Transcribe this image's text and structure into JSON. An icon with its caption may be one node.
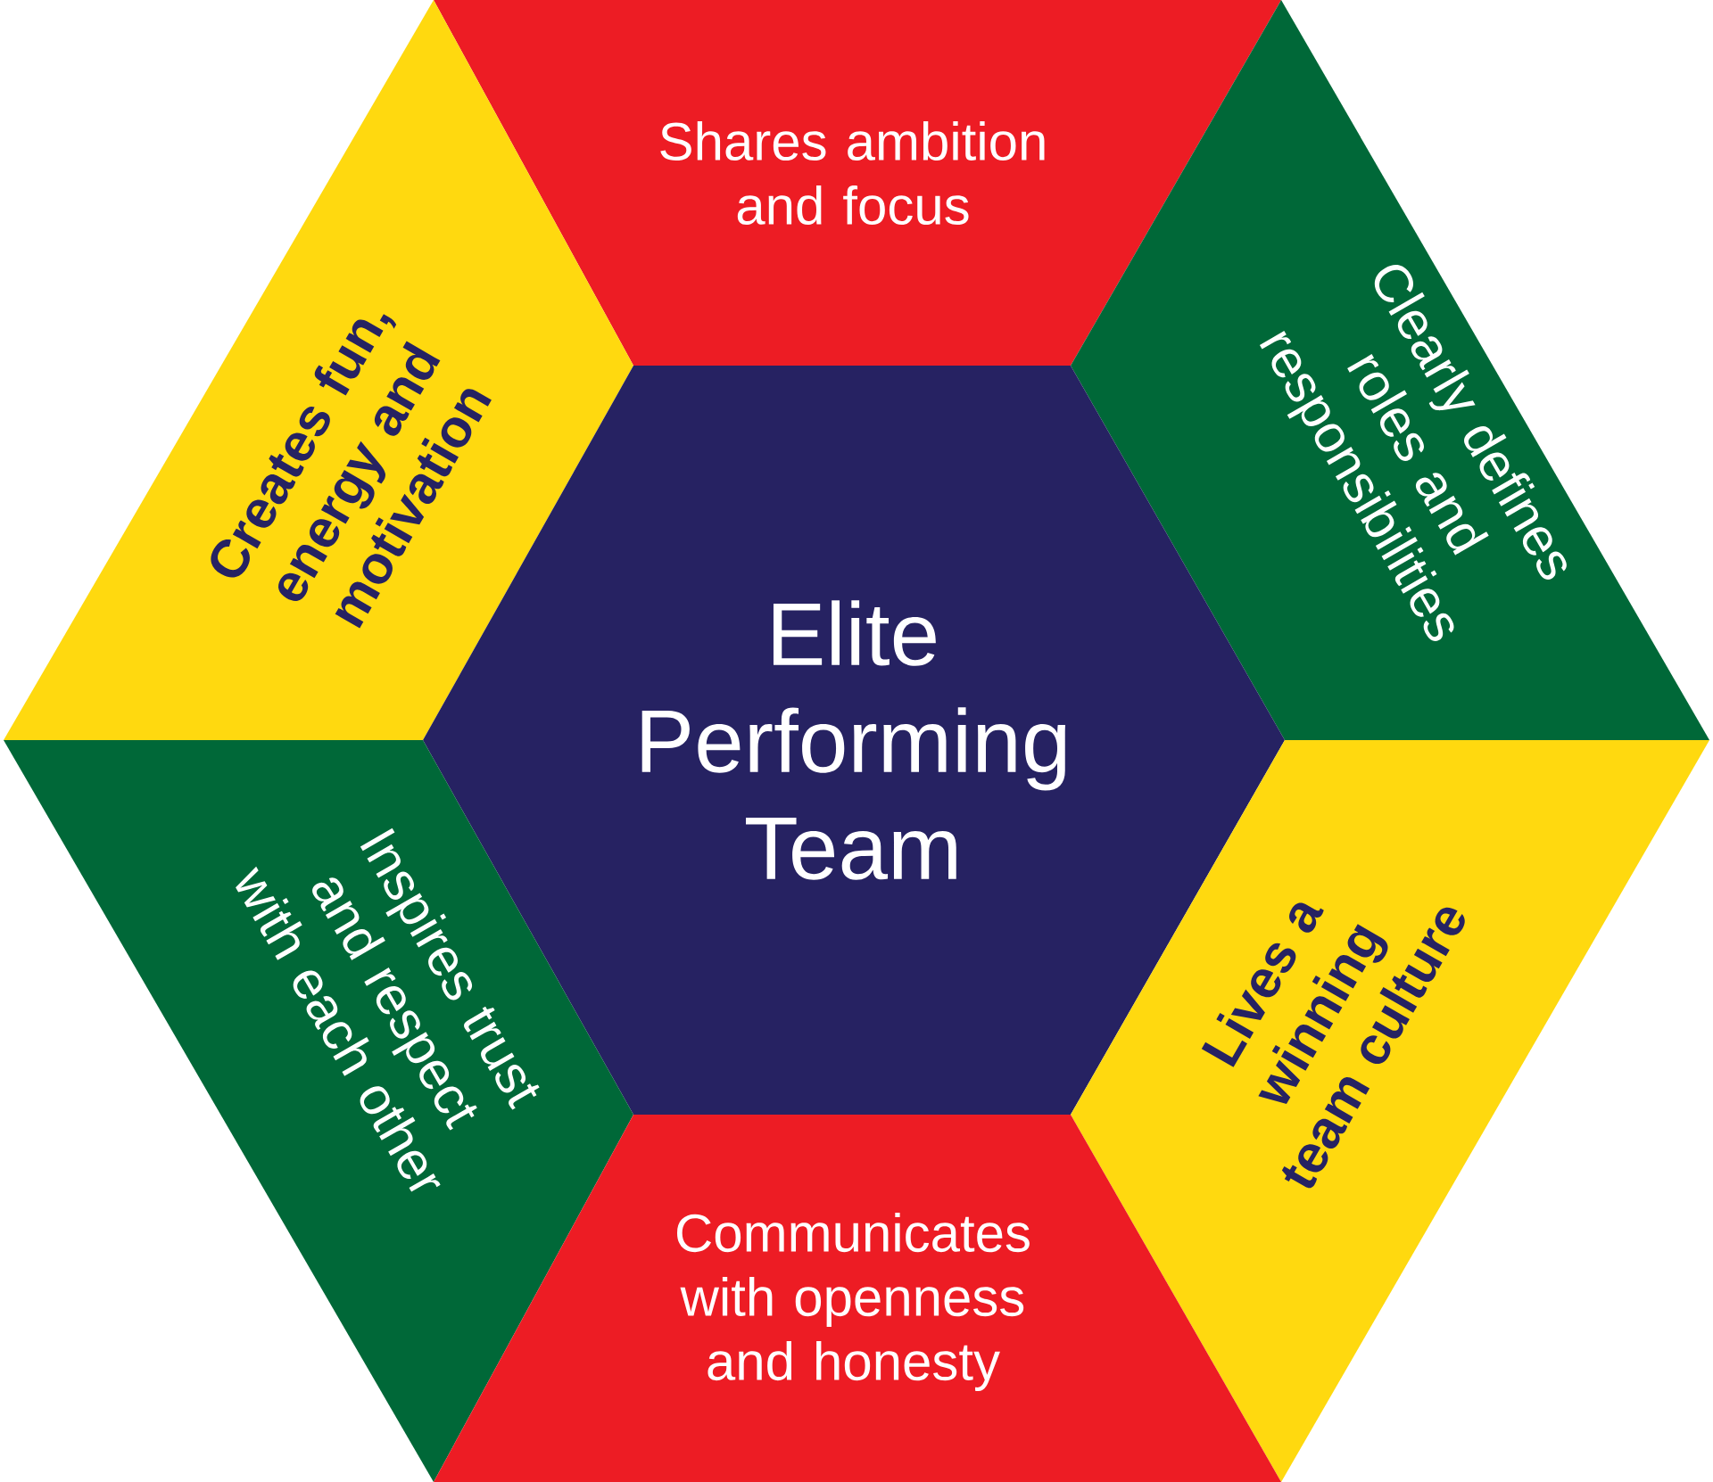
{
  "diagram": {
    "nodes": [
      {
        "text": [
          "Shares ambition and focus"
        ]
      },
      {
        "text": [
          "Creates fun, energy and motivation"
        ]
      },
      {
        "text": [
          "Clearly defines roles and responsibilities"
        ]
      },
      {
        "text": [
          "Elite Performing Team"
        ]
      },
      {
        "text": [
          "Inspires trust and respect with each other"
        ]
      },
      {
        "text": [
          "Lives a winning team culture"
        ]
      },
      {
        "text": [
          "Communicates with openness and honesty"
        ]
      }
    ]
  }
}
